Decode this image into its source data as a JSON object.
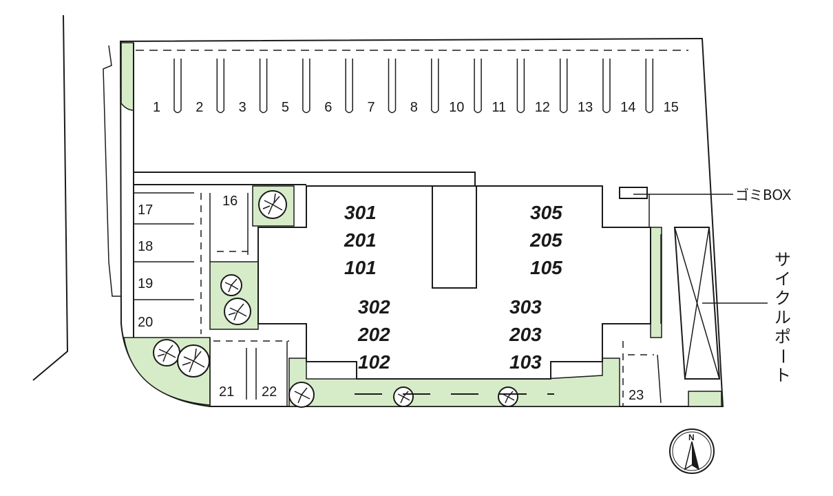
{
  "parking": {
    "top_row": [
      "1",
      "2",
      "3",
      "5",
      "6",
      "7",
      "8",
      "10",
      "11",
      "12",
      "13",
      "14",
      "15"
    ],
    "left_column": [
      "17",
      "18",
      "19",
      "20"
    ],
    "others": [
      "16",
      "21",
      "22",
      "23"
    ]
  },
  "units": {
    "northwest": [
      "301",
      "201",
      "101"
    ],
    "northeast": [
      "305",
      "205",
      "105"
    ],
    "southwest": [
      "302",
      "202",
      "102"
    ],
    "southeast": [
      "303",
      "203",
      "103"
    ]
  },
  "labels": {
    "garbage_box": "ゴミBOX",
    "cycle_port_chars": [
      "サ",
      "イ",
      "ク",
      "ル",
      "ポ",
      "ー",
      "ト"
    ],
    "north_mark": "N"
  },
  "colors": {
    "greenery": "#d6ecc8",
    "line": "#1a1a1a"
  }
}
